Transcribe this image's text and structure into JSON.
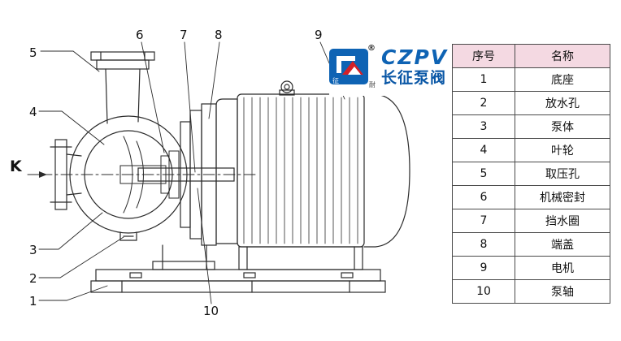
{
  "logo": {
    "text": "CZPV",
    "subtext": "长征泵阀",
    "registered": "®",
    "badge_left": "征",
    "badge_right": "耐"
  },
  "drawing": {
    "k_label": "K",
    "callouts": [
      "1",
      "2",
      "3",
      "4",
      "5",
      "6",
      "7",
      "8",
      "9",
      "10"
    ]
  },
  "table": {
    "headers": [
      "序号",
      "名称"
    ],
    "rows": [
      {
        "num": "1",
        "name": "底座"
      },
      {
        "num": "2",
        "name": "放水孔"
      },
      {
        "num": "3",
        "name": "泵体"
      },
      {
        "num": "4",
        "name": "叶轮"
      },
      {
        "num": "5",
        "name": "取压孔"
      },
      {
        "num": "6",
        "name": "机械密封"
      },
      {
        "num": "7",
        "name": "挡水圈"
      },
      {
        "num": "8",
        "name": "端盖"
      },
      {
        "num": "9",
        "name": "电机"
      },
      {
        "num": "10",
        "name": "泵轴"
      }
    ]
  }
}
